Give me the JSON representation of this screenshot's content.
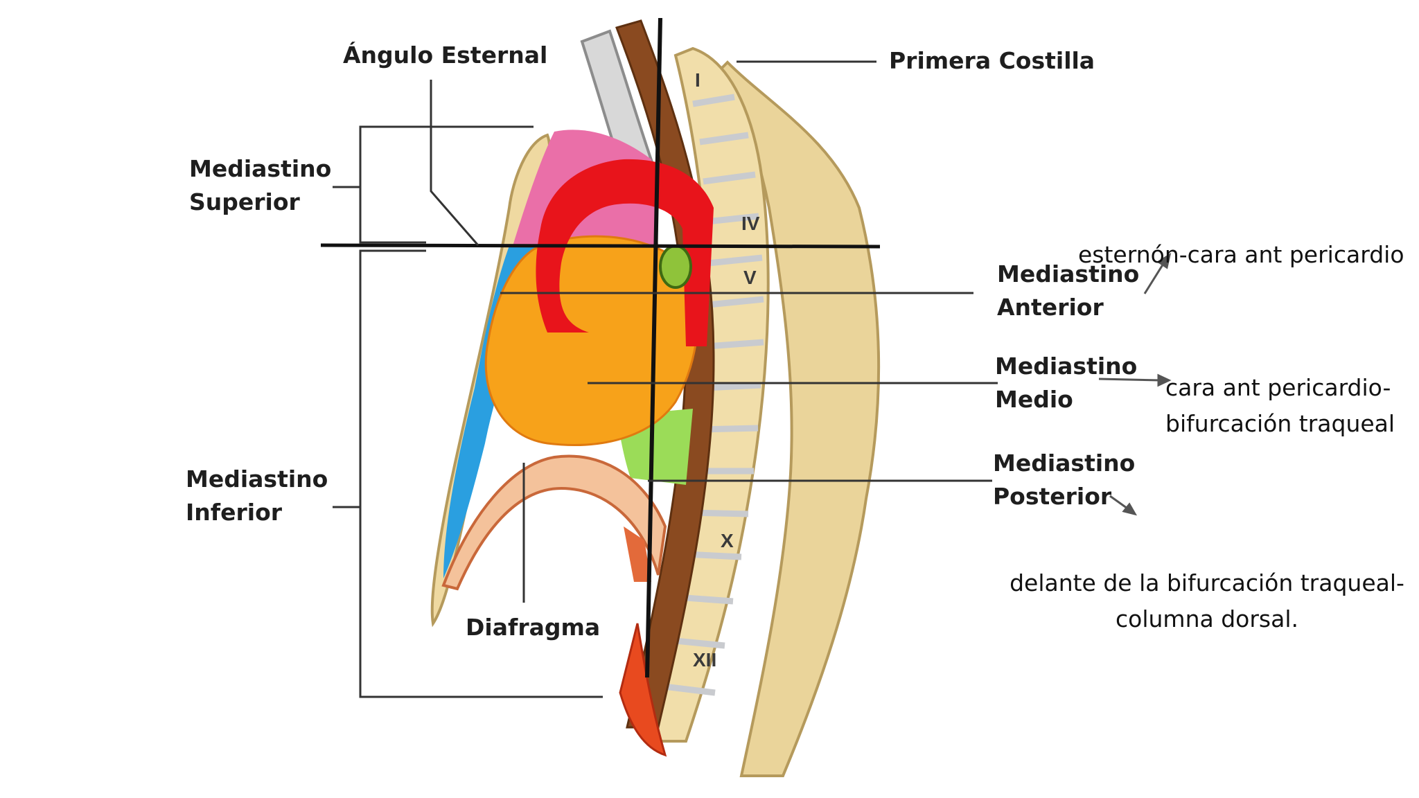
{
  "labels": {
    "sternal_angle": "Ángulo Esternal",
    "first_rib": "Primera Costilla",
    "superior": [
      "Mediastino",
      "Superior"
    ],
    "inferior": [
      "Mediastino",
      "Inferior"
    ],
    "anterior": [
      "Mediastino",
      "Anterior"
    ],
    "middle": [
      "Mediastino",
      "Medio"
    ],
    "posterior": [
      "Mediastino",
      "Posterior"
    ],
    "diaphragm": "Diafragma"
  },
  "vertebrae": [
    "I",
    "IV",
    "V",
    "X",
    "XII"
  ],
  "notes": {
    "anterior": "esternón-cara ant pericardio",
    "middle": [
      "cara ant pericardio-",
      "bifurcación traqueal"
    ],
    "posterior": [
      "delante de la bifurcación traqueal-",
      "columna dorsal."
    ]
  },
  "colors": {
    "aorta": "#e8141b",
    "heart": "#f7a21a",
    "anterior_region": "#2a9fe0",
    "superior_region": "#ea6fa8",
    "posterior_region": "#9bdc58",
    "esophagus": "#8a4a20",
    "bone": "#f1deaa",
    "divider": "#111111"
  }
}
